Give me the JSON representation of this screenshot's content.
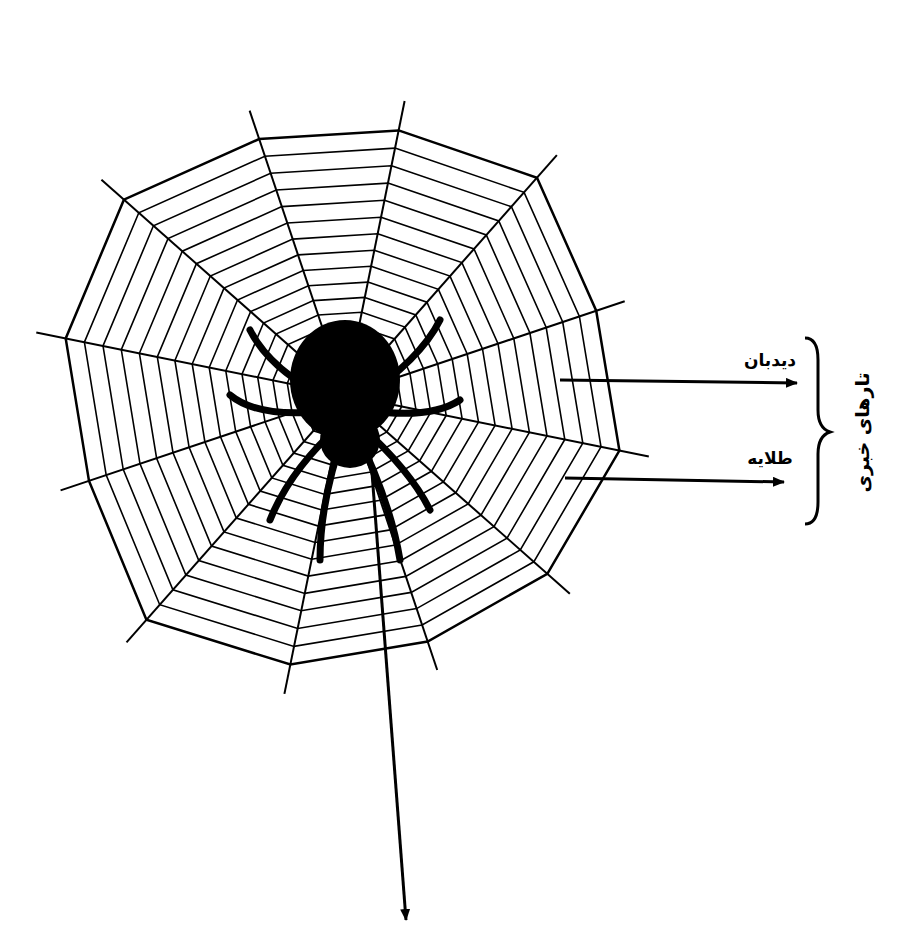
{
  "diagram": {
    "labels": [
      "دیدبان",
      "طلایه",
      "تارهای خبری"
    ]
  }
}
